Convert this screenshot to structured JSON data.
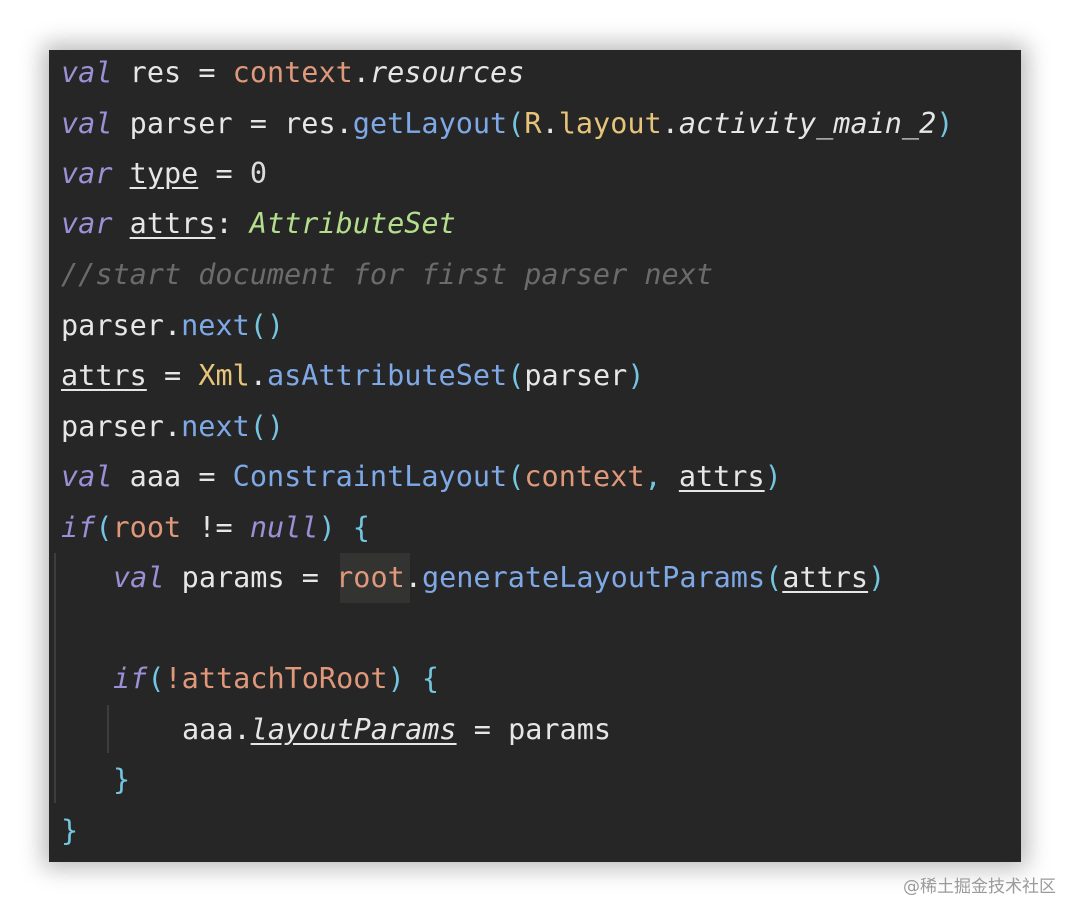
{
  "code": {
    "l1": {
      "kw": "val",
      "name": "res",
      "eq": "=",
      "ctx": "context",
      "dot": ".",
      "prop": "resources"
    },
    "l2": {
      "kw": "val",
      "name": "parser",
      "eq": "=",
      "obj": "res",
      "dot": ".",
      "fn": "getLayout",
      "po": "(",
      "cls": "R",
      "dot2": ".",
      "mid": "layout",
      "dot3": ".",
      "prop": "activity_main_2",
      "pc": ")"
    },
    "l3": {
      "kw": "var",
      "name": "type",
      "eq": "=",
      "num": "0"
    },
    "l4": {
      "kw": "var",
      "name": "attrs",
      "colon": ":",
      "type": "AttributeSet"
    },
    "l5": {
      "comment": "//start document for first parser next"
    },
    "l6": {
      "obj": "parser",
      "dot": ".",
      "fn": "next",
      "parens": "()"
    },
    "l7": {
      "name": "attrs",
      "eq": "=",
      "cls": "Xml",
      "dot": ".",
      "fn": "asAttributeSet",
      "po": "(",
      "arg": "parser",
      "pc": ")"
    },
    "l8": {
      "obj": "parser",
      "dot": ".",
      "fn": "next",
      "parens": "()"
    },
    "l9": {
      "kw": "val",
      "name": "aaa",
      "eq": "=",
      "fn": "ConstraintLayout",
      "po": "(",
      "ctx": "context",
      "comma": ",",
      "arg": "attrs",
      "pc": ")"
    },
    "l10": {
      "kw": "if",
      "po": "(",
      "var": "root",
      "op": "!=",
      "null": "null",
      "pc": ")",
      "brace": "{"
    },
    "l11": {
      "kw": "val",
      "name": "params",
      "eq": "=",
      "var": "root",
      "dot": ".",
      "fn": "generateLayoutParams",
      "po": "(",
      "arg": "attrs",
      "pc": ")"
    },
    "l13": {
      "kw": "if",
      "po": "(",
      "arg": "!attachToRoot",
      "pc": ")",
      "brace": "{"
    },
    "l14": {
      "obj": "aaa",
      "dot": ".",
      "prop": "layoutParams",
      "eq": "=",
      "val": "params"
    },
    "l15": {
      "brace": "}"
    },
    "l16": {
      "brace": "}"
    }
  },
  "watermark": "@稀土掘金技术社区"
}
